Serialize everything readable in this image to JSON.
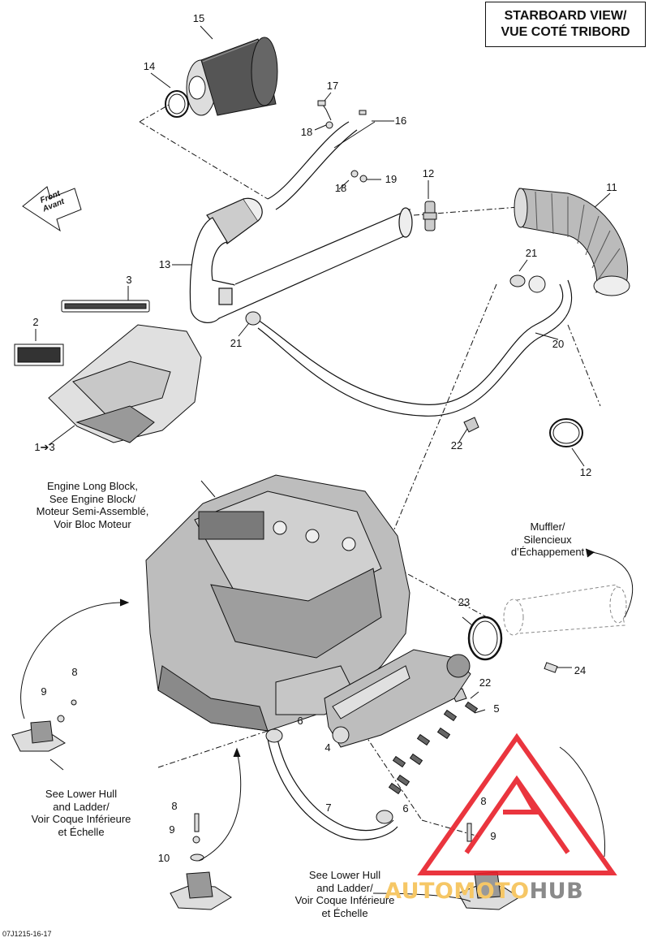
{
  "view_title": {
    "line1": "STARBOARD VIEW/",
    "line2": "VUE COTÉ TRIBORD"
  },
  "direction_arrow": {
    "line1": "Front",
    "line2": "Avant"
  },
  "callouts": {
    "c15": "15",
    "c14": "14",
    "c17": "17",
    "c16": "16",
    "c18a": "18",
    "c18b": "18",
    "c19": "19",
    "c12a": "12",
    "c11": "11",
    "c13": "13",
    "c3": "3",
    "c2": "2",
    "c1to3": "1➔3",
    "c21a": "21",
    "c21b": "21",
    "c20": "20",
    "c22a": "22",
    "c12b": "12",
    "c23": "23",
    "c24": "24",
    "c22b": "22",
    "c5": "5",
    "c8a": "8",
    "c9a": "9",
    "c6a": "6",
    "c4": "4",
    "c7": "7",
    "c6b": "6",
    "c8b": "8",
    "c9b": "9",
    "c10": "10",
    "c8c": "8",
    "c9c": "9"
  },
  "engine_note": {
    "line1": "Engine Long Block,",
    "line2": "See Engine Block/",
    "line3": "Moteur Semi-Assemblé,",
    "line4": "Voir Bloc Moteur"
  },
  "muffler_note": {
    "line1": "Muffler/",
    "line2": "Silencieux",
    "line3": "d’Échappement"
  },
  "hull_note_left": {
    "line1": "See Lower Hull",
    "line2": "and Ladder/",
    "line3": "Voir Coque Inférieure",
    "line4": "et Échelle"
  },
  "hull_note_bottom": {
    "line1": "See Lower Hull",
    "line2": "and Ladder/",
    "line3": "Voir Coque Inférieure",
    "line4": "et Échelle"
  },
  "reference": "07J1215-16-17",
  "watermark": {
    "part1": "AUTOMOTO",
    "part2": "HUB",
    "accent": "#f4b53f",
    "triangle_color": "#e8202a",
    "gray": "#8a8a8a"
  },
  "colors": {
    "line": "#111111",
    "part_fill": "#d9d9d9",
    "part_dark": "#9a9a9a"
  }
}
